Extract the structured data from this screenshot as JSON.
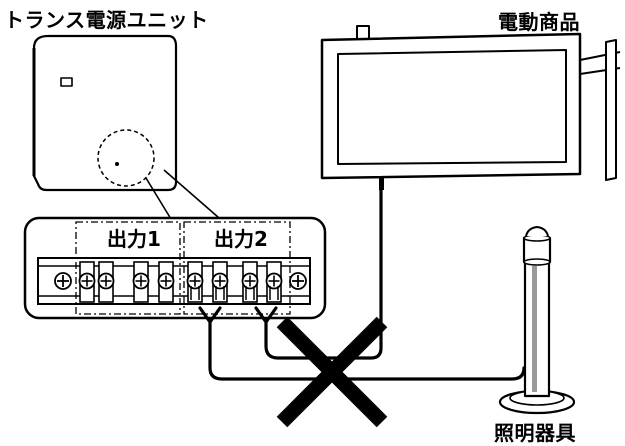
{
  "labels": {
    "transformer": "トランス電源ユニット",
    "sign": "電動商品",
    "lamp": "照明器具",
    "output1": "出力1",
    "output2": "出力2"
  },
  "symbols": {
    "prohibited": "cross-mark"
  }
}
